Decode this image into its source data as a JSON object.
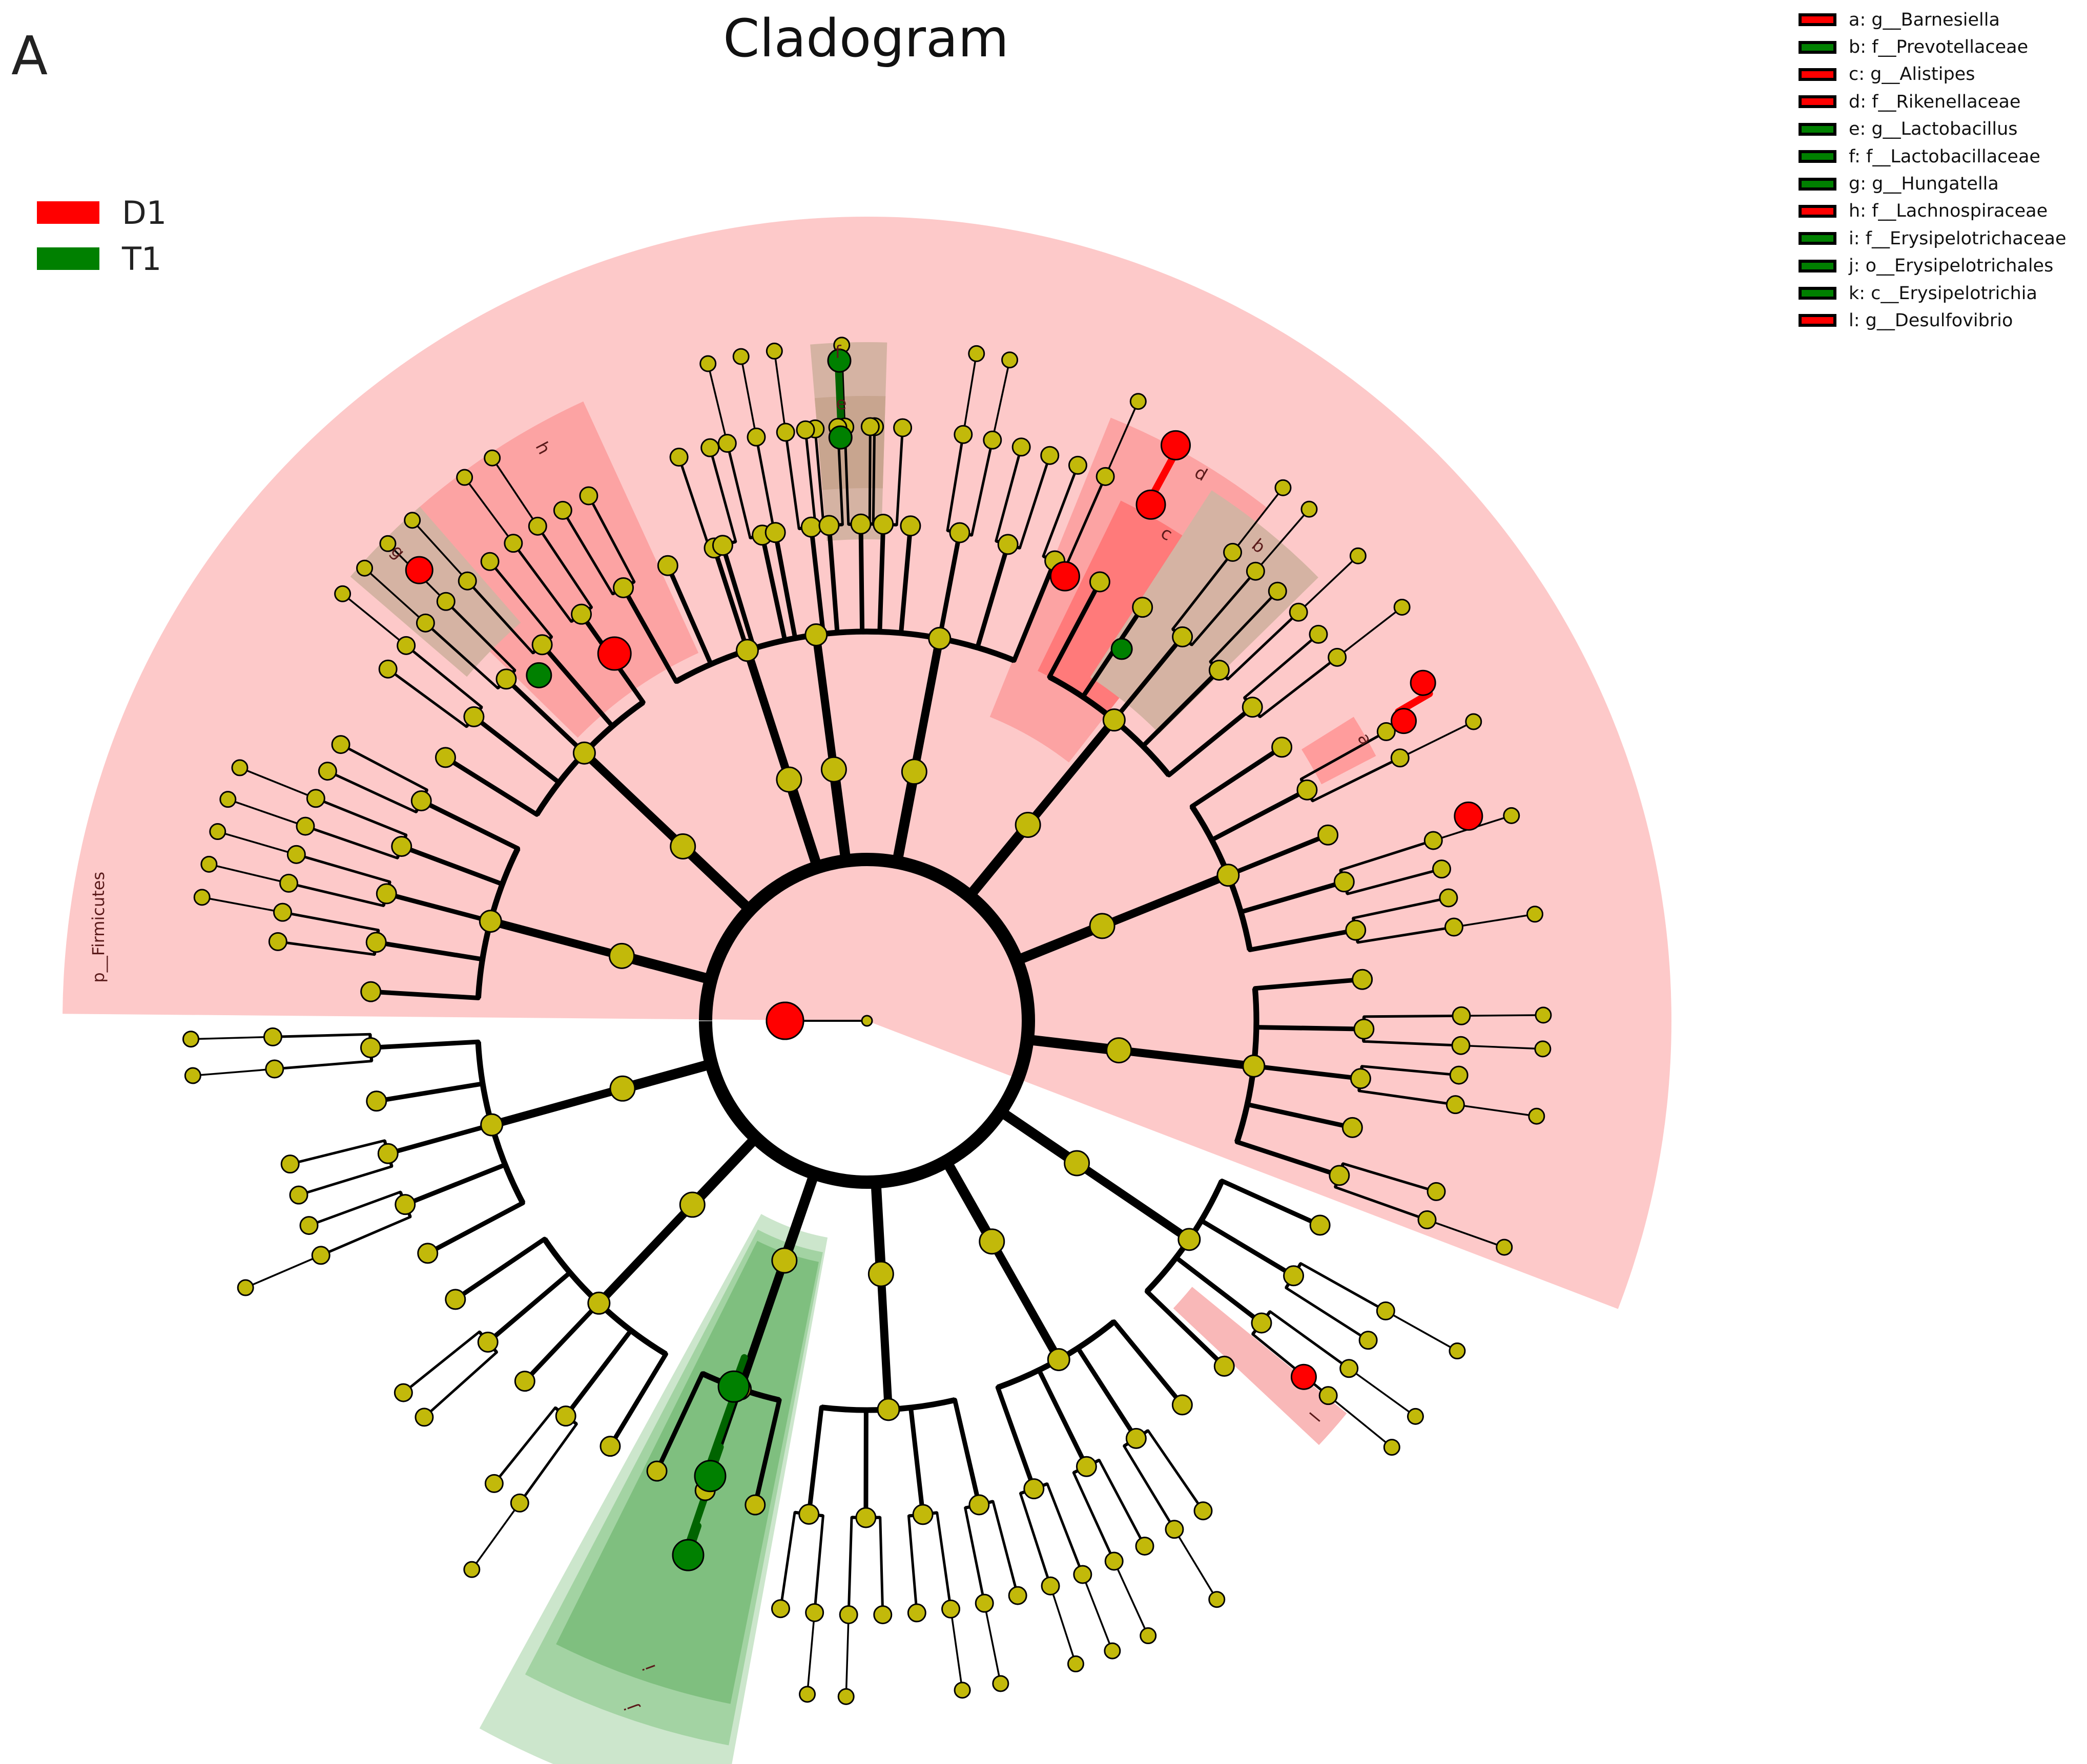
{
  "figure": {
    "panel_letter": "A",
    "title": "Cladogram"
  },
  "groups": [
    {
      "label": "D1",
      "color": "#ff0000"
    },
    {
      "label": "T1",
      "color": "#008000"
    }
  ],
  "taxa_key": [
    {
      "label": "a: g__Barnesiella",
      "group": "D1"
    },
    {
      "label": "b: f__Prevotellaceae",
      "group": "T1"
    },
    {
      "label": "c: g__Alistipes",
      "group": "D1"
    },
    {
      "label": "d: f__Rikenellaceae",
      "group": "D1"
    },
    {
      "label": "e: g__Lactobacillus",
      "group": "T1"
    },
    {
      "label": "f: f__Lactobacillaceae",
      "group": "T1"
    },
    {
      "label": "g: g__Hungatella",
      "group": "T1"
    },
    {
      "label": "h: f__Lachnospiraceae",
      "group": "D1"
    },
    {
      "label": "i: f__Erysipelotrichaceae",
      "group": "T1"
    },
    {
      "label": "j: o__Erysipelotrichales",
      "group": "T1"
    },
    {
      "label": "k: c__Erysipelotrichia",
      "group": "T1"
    },
    {
      "label": "l: g__Desulfovibrio",
      "group": "D1"
    }
  ],
  "clade_labels": {
    "p_firmicutes": "p__Firmicutes",
    "a": "a",
    "b": "b",
    "c": "c",
    "d": "d",
    "e": "e",
    "f": "f",
    "g": "g",
    "h": "h",
    "i": "i",
    "j": "j",
    "k": "k",
    "l": "l"
  },
  "colors": {
    "node_fill": "#c2b90a",
    "d1_light": "#fdc9c9",
    "d1_mid": "#fca3a3",
    "d1_dark": "#ff7a7a",
    "t1_light": "#cce6cc",
    "t1_mid": "#a3d3a3",
    "t1_dark": "#7fbf7f",
    "mixed": "#d5b3a3"
  }
}
